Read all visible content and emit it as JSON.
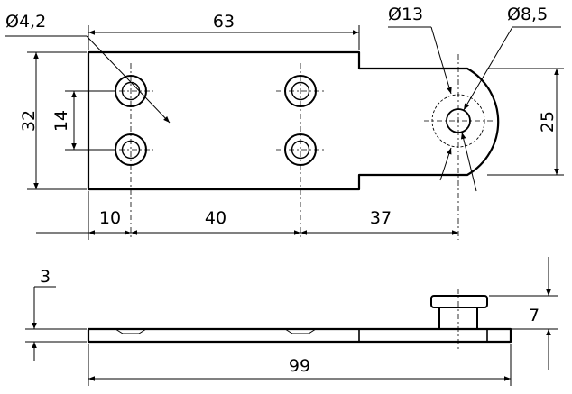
{
  "labels": {
    "dia_small_hole": "Ø4,2",
    "length_63": "63",
    "dia_13": "Ø13",
    "dia_8_5": "Ø8,5",
    "height_32": "32",
    "spacing_14": "14",
    "width_25": "25",
    "offset_10": "10",
    "spacing_40": "40",
    "offset_37": "37",
    "thickness_3": "3",
    "height_7": "7",
    "length_99": "99"
  }
}
